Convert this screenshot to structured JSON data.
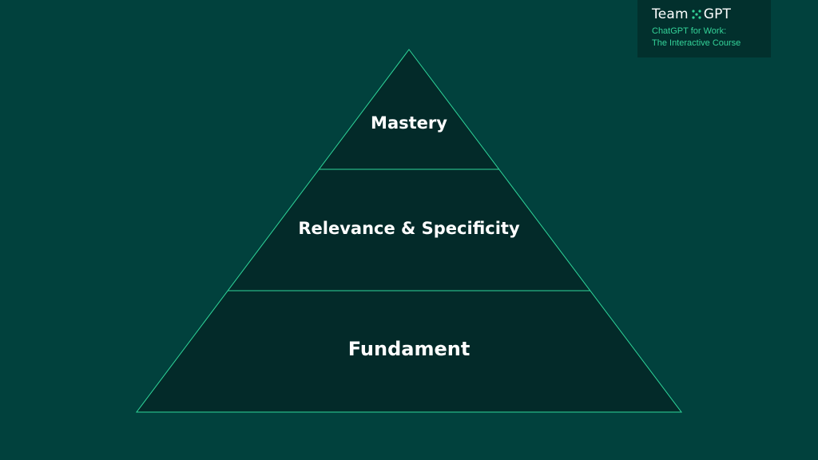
{
  "colors": {
    "background": "#01413D",
    "pyramid_fill": "#032A29",
    "pyramid_outline": "#2FD69A",
    "brand_box": "#02302D",
    "brand_text": "#FFFFFF",
    "brand_accent": "#34D399",
    "label_text": "#FFFFFF"
  },
  "brand": {
    "name_left": "Team",
    "separator_icon": "dots-x-icon",
    "name_right": "GPT",
    "subtitle_line1": "ChatGPT for Work:",
    "subtitle_line2": "The Interactive Course"
  },
  "pyramid": {
    "tiers": [
      {
        "label": "Mastery"
      },
      {
        "label": "Relevance & Specificity"
      },
      {
        "label": "Fundament"
      }
    ]
  }
}
